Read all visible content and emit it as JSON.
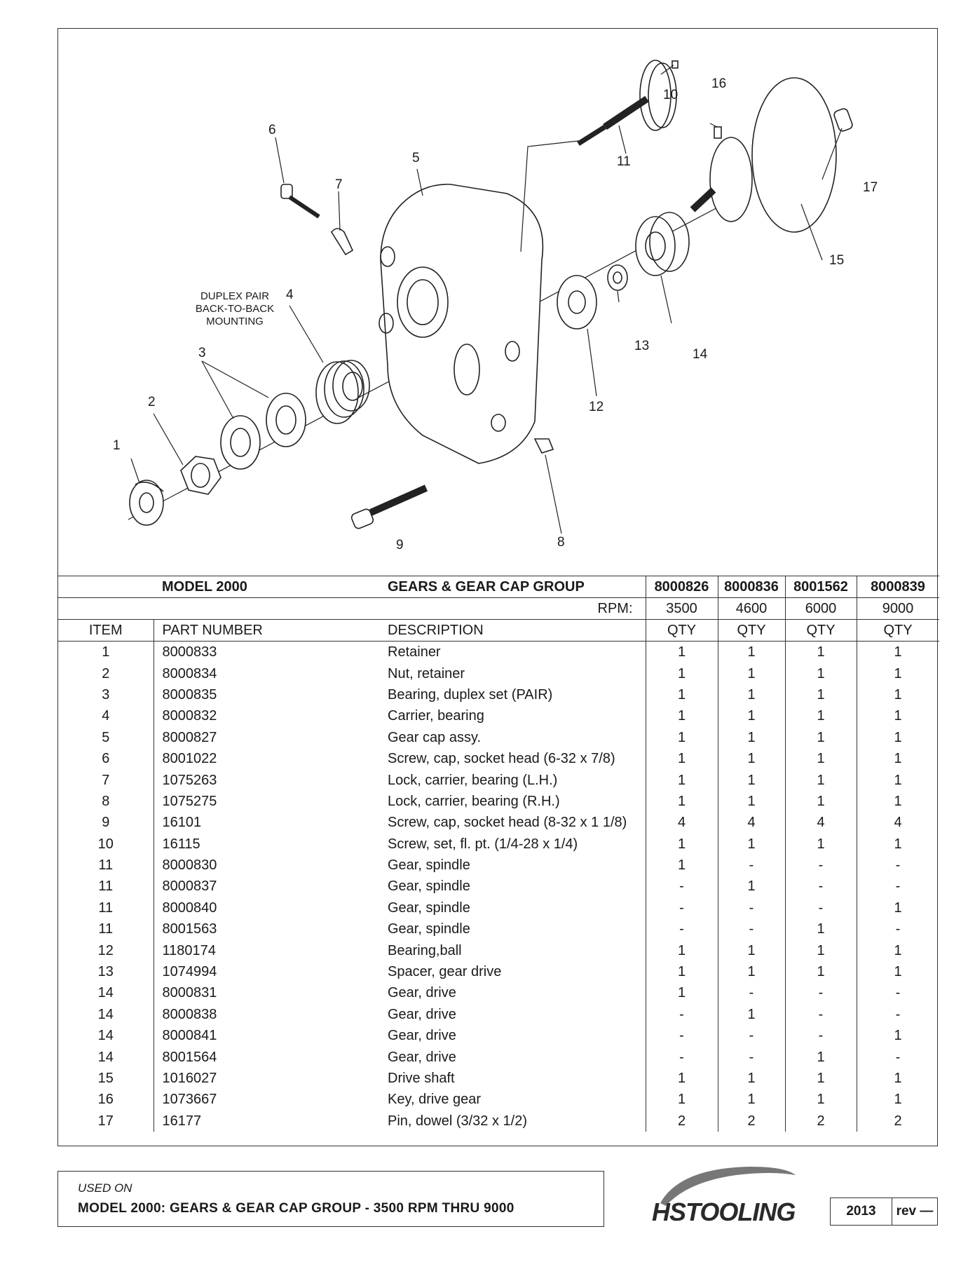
{
  "diagram": {
    "callouts": [
      "1",
      "2",
      "3",
      "4",
      "5",
      "6",
      "7",
      "8",
      "9",
      "10",
      "11",
      "12",
      "13",
      "14",
      "15",
      "16",
      "17"
    ],
    "note": [
      "DUPLEX PAIR",
      "BACK-TO-BACK",
      "MOUNTING"
    ]
  },
  "table": {
    "model_label": "MODEL 2000",
    "group_label": "GEARS & GEAR CAP GROUP",
    "assemblies": [
      "8000826",
      "8000836",
      "8001562",
      "8000839"
    ],
    "rpm_label": "RPM:",
    "rpms": [
      "3500",
      "4600",
      "6000",
      "9000"
    ],
    "headers": {
      "item": "ITEM",
      "part": "PART NUMBER",
      "desc": "DESCRIPTION",
      "qty": "QTY"
    },
    "rows": [
      {
        "item": "1",
        "part": "8000833",
        "desc": "Retainer",
        "q": [
          "1",
          "1",
          "1",
          "1"
        ]
      },
      {
        "item": "2",
        "part": "8000834",
        "desc": "Nut, retainer",
        "q": [
          "1",
          "1",
          "1",
          "1"
        ]
      },
      {
        "item": "3",
        "part": "8000835",
        "desc": "Bearing, duplex set (PAIR)",
        "q": [
          "1",
          "1",
          "1",
          "1"
        ]
      },
      {
        "item": "4",
        "part": "8000832",
        "desc": "Carrier, bearing",
        "q": [
          "1",
          "1",
          "1",
          "1"
        ]
      },
      {
        "item": "5",
        "part": "8000827",
        "desc": "Gear cap assy.",
        "q": [
          "1",
          "1",
          "1",
          "1"
        ]
      },
      {
        "item": "6",
        "part": "8001022",
        "desc": "Screw, cap, socket head (6-32 x 7/8)",
        "q": [
          "1",
          "1",
          "1",
          "1"
        ]
      },
      {
        "item": "7",
        "part": "1075263",
        "desc": "Lock, carrier, bearing (L.H.)",
        "q": [
          "1",
          "1",
          "1",
          "1"
        ]
      },
      {
        "item": "8",
        "part": "1075275",
        "desc": "Lock, carrier, bearing (R.H.)",
        "q": [
          "1",
          "1",
          "1",
          "1"
        ]
      },
      {
        "item": "9",
        "part": "16101",
        "desc": "Screw, cap, socket head (8-32 x 1 1/8)",
        "q": [
          "4",
          "4",
          "4",
          "4"
        ]
      },
      {
        "item": "10",
        "part": "16115",
        "desc": "Screw, set, fl. pt. (1/4-28 x 1/4)",
        "q": [
          "1",
          "1",
          "1",
          "1"
        ]
      },
      {
        "item": "11",
        "part": "8000830",
        "desc": "Gear, spindle",
        "q": [
          "1",
          "-",
          "-",
          "-"
        ]
      },
      {
        "item": "11",
        "part": "8000837",
        "desc": "Gear, spindle",
        "q": [
          "-",
          "1",
          "-",
          "-"
        ]
      },
      {
        "item": "11",
        "part": "8000840",
        "desc": "Gear, spindle",
        "q": [
          "-",
          "-",
          "-",
          "1"
        ]
      },
      {
        "item": "11",
        "part": "8001563",
        "desc": "Gear, spindle",
        "q": [
          "-",
          "-",
          "1",
          "-"
        ]
      },
      {
        "item": "12",
        "part": "1180174",
        "desc": "Bearing,ball",
        "q": [
          "1",
          "1",
          "1",
          "1"
        ]
      },
      {
        "item": "13",
        "part": "1074994",
        "desc": "Spacer, gear drive",
        "q": [
          "1",
          "1",
          "1",
          "1"
        ]
      },
      {
        "item": "14",
        "part": "8000831",
        "desc": "Gear, drive",
        "q": [
          "1",
          "-",
          "-",
          "-"
        ]
      },
      {
        "item": "14",
        "part": "8000838",
        "desc": "Gear, drive",
        "q": [
          "-",
          "1",
          "-",
          "-"
        ]
      },
      {
        "item": "14",
        "part": "8000841",
        "desc": "Gear, drive",
        "q": [
          "-",
          "-",
          "-",
          "1"
        ]
      },
      {
        "item": "14",
        "part": "8001564",
        "desc": "Gear, drive",
        "q": [
          "-",
          "-",
          "1",
          "-"
        ]
      },
      {
        "item": "15",
        "part": "1016027",
        "desc": "Drive shaft",
        "q": [
          "1",
          "1",
          "1",
          "1"
        ]
      },
      {
        "item": "16",
        "part": "1073667",
        "desc": "Key, drive gear",
        "q": [
          "1",
          "1",
          "1",
          "1"
        ]
      },
      {
        "item": "17",
        "part": "16177",
        "desc": "Pin, dowel (3/32 x 1/2)",
        "q": [
          "2",
          "2",
          "2",
          "2"
        ]
      }
    ]
  },
  "footer": {
    "used_on_label": "USED ON",
    "used_on_text": "MODEL 2000: GEARS & GEAR CAP GROUP - 3500 RPM THRU 9000",
    "logo_text": "HSTOOLING",
    "year": "2013",
    "rev": "rev —"
  }
}
